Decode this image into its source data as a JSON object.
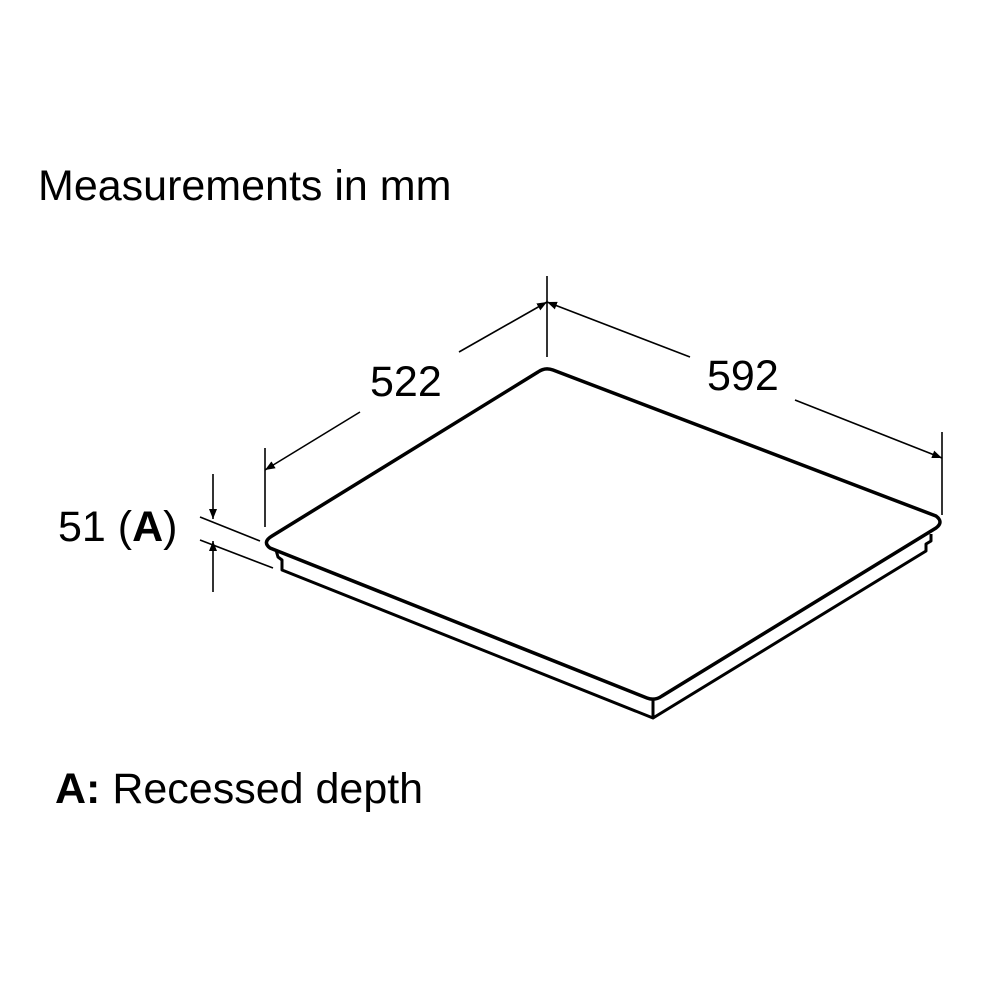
{
  "title": "Measurements in mm",
  "dimensions": {
    "depth": "522",
    "width": "592",
    "height_prefix": "51 (",
    "height_letter": "A",
    "height_suffix": ")"
  },
  "legend": {
    "key": "A:",
    "text": "Recessed depth"
  }
}
